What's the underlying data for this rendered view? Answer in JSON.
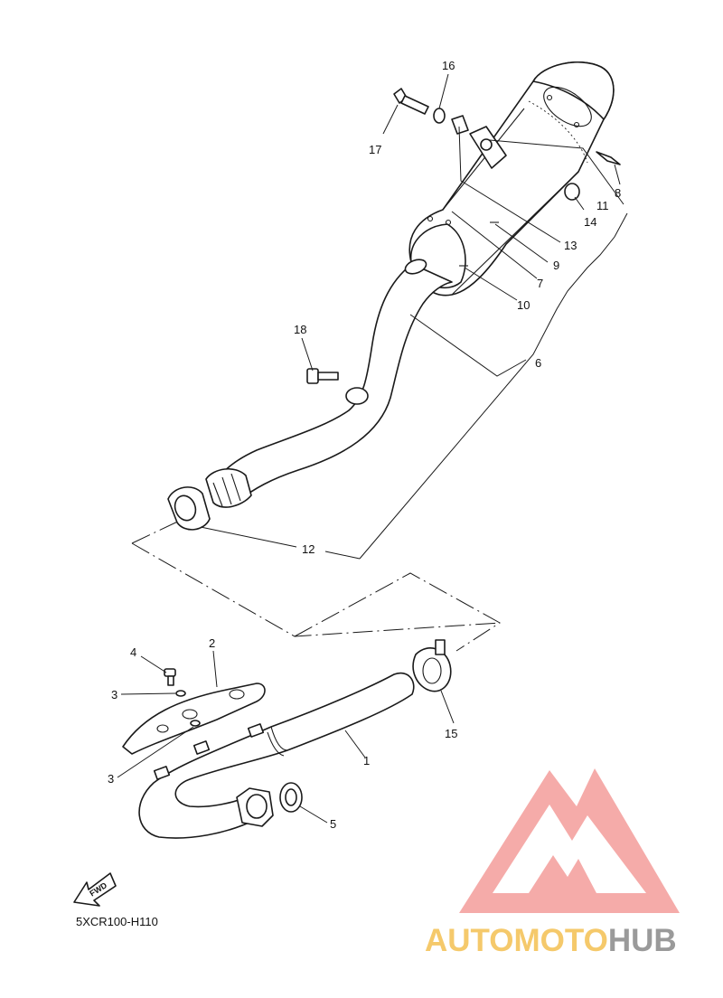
{
  "drawing_code": "5XCR100-H110",
  "fwd_label": "FWD",
  "watermark": {
    "text_orange": "AUTOMOTO",
    "text_gray": "HUB",
    "color_orange": "#F5C96B",
    "color_gray": "#9A9A9A",
    "logo_color": "#F4A7A4"
  },
  "labels": {
    "p1": "1",
    "p2": "2",
    "p3a": "3",
    "p3b": "3",
    "p4": "4",
    "p5": "5",
    "p6": "6",
    "p7": "7",
    "p8": "8",
    "p9": "9",
    "p10": "10",
    "p11": "11",
    "p12": "12",
    "p13": "13",
    "p14": "14",
    "p15": "15",
    "p16": "16",
    "p17": "17",
    "p18": "18"
  }
}
